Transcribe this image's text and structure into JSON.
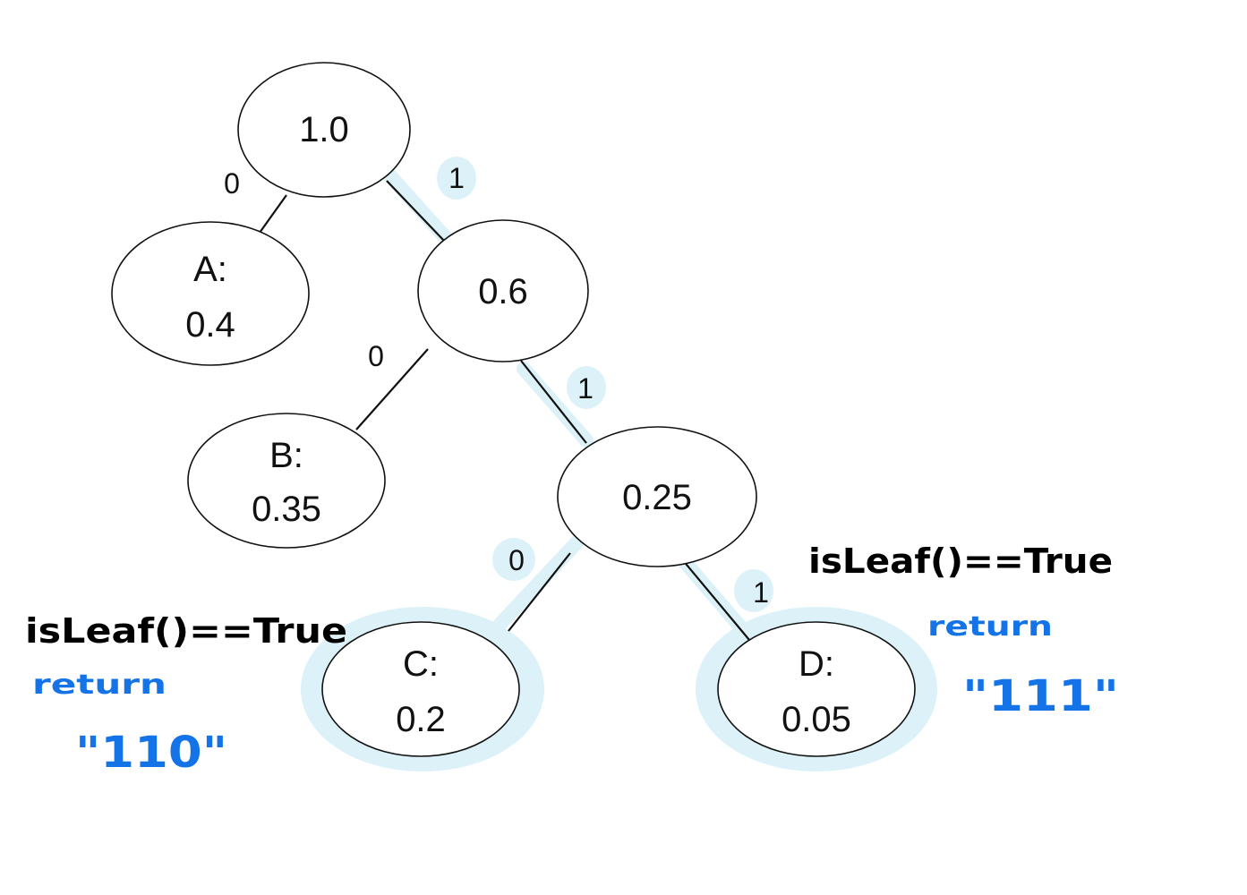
{
  "tree": {
    "root": {
      "label": "1.0"
    },
    "internal_0_6": {
      "label": "0.6"
    },
    "internal_0_25": {
      "label": "0.25"
    },
    "leaf_a": {
      "name": "A:",
      "value": "0.4"
    },
    "leaf_b": {
      "name": "B:",
      "value": "0.35"
    },
    "leaf_c": {
      "name": "C:",
      "value": "0.2"
    },
    "leaf_d": {
      "name": "D:",
      "value": "0.05"
    }
  },
  "edges": {
    "root_to_a": "0",
    "root_to_0_6": "1",
    "n06_to_b": "0",
    "n06_to_0_25": "1",
    "n025_to_c": "0",
    "n025_to_d": "1"
  },
  "annotations": {
    "left_condition": "isLeaf()==True",
    "left_return": "return",
    "left_code": "\"110\"",
    "right_condition": "isLeaf()==True",
    "right_return": "return",
    "right_code": "\"111\""
  },
  "colors": {
    "highlight": "#dcf2f8",
    "handwriting_blue": "#1473e6",
    "ink": "#111111"
  }
}
